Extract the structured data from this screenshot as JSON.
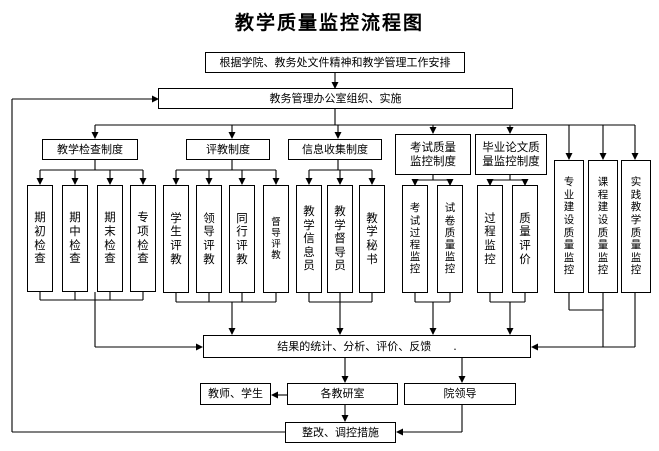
{
  "title": "教学质量监控流程图",
  "nodes": {
    "basis": "根据学院、教务处文件精神和教学管理工作安排",
    "office": "教务管理办公室组织、实施",
    "inspection_system": "教学检查制度",
    "evaluation_system": "评教制度",
    "info_system": "信息收集制度",
    "exam_system": "考试质量\n监控制度",
    "thesis_system": "毕业论文质\n量监控制度",
    "early_check": "期\n初\n检\n查",
    "mid_check": "期\n中\n检\n查",
    "final_check": "期\n末\n检\n查",
    "special_check": "专\n项\n检\n查",
    "student_eval": "学\n生\n评\n教",
    "leader_eval": "领\n导\n评\n教",
    "peer_eval": "同\n行\n评\n教",
    "supervisor_eval": "督\n导\n评\n教",
    "info_officer": "教\n学\n信\n息\n员",
    "supervisor": "教\n学\n督\n导\n员",
    "secretary": "教\n学\n秘\n书",
    "exam_process": "考\n试\n过\n程\n监\n控",
    "paper_quality": "试\n卷\n质\n量\n监\n控",
    "process_monitor": "过\n程\n监\n控",
    "quality_eval": "质\n量\n评\n价",
    "major_construction": "专\n业\n建\n设\n质\n量\n监\n控",
    "course_construction": "课\n程\n建\n设\n质\n量\n监\n控",
    "practice_teaching": "实\n践\n教\n学\n质\n量\n监\n控",
    "results": "结果的统计、分析、评价、反馈　　.",
    "teachers_students": "教师、学生",
    "research_office": "各教研室",
    "college_leaders": "院领导",
    "rectify": "整改、调控措施"
  }
}
